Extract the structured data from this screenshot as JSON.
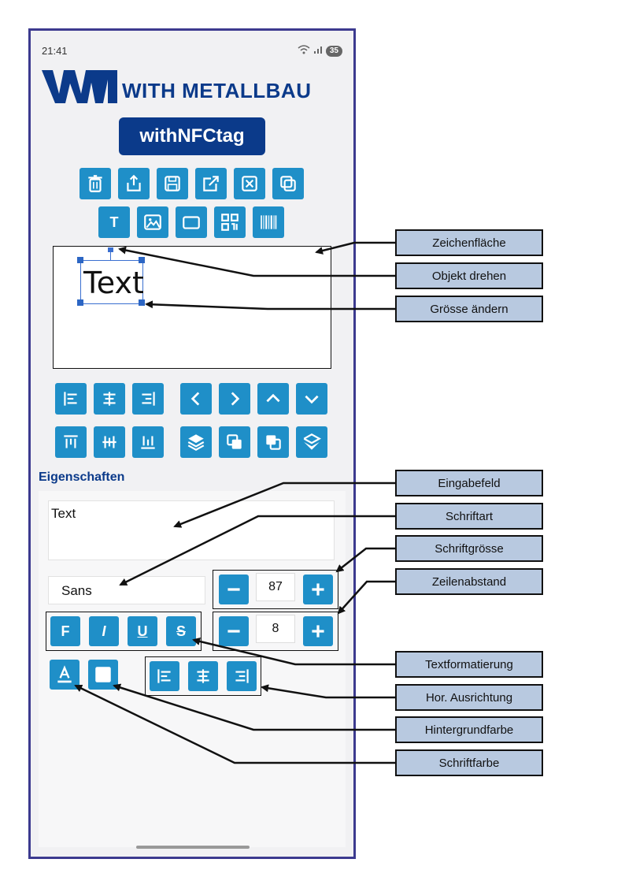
{
  "status": {
    "time": "21:41",
    "battery": "35"
  },
  "brand": {
    "company": "WITH METALLBAU",
    "app_title": "withNFCtag"
  },
  "toolbar_top": [
    {
      "icon": "trash-icon"
    },
    {
      "icon": "share-icon"
    },
    {
      "icon": "save-icon"
    },
    {
      "icon": "export-icon"
    },
    {
      "icon": "close-icon"
    },
    {
      "icon": "copy-icon"
    }
  ],
  "toolbar_insert": [
    {
      "icon": "text-icon",
      "glyph": "T"
    },
    {
      "icon": "image-icon"
    },
    {
      "icon": "rectangle-icon"
    },
    {
      "icon": "qr-code-icon"
    },
    {
      "icon": "barcode-icon"
    }
  ],
  "canvas": {
    "object_text": "Text"
  },
  "properties": {
    "title": "Eigenschaften",
    "text_value": "Text",
    "font_value": "Sans",
    "font_size": "87",
    "line_spacing": "8",
    "format_buttons": [
      "F",
      "I",
      "U",
      "S"
    ]
  },
  "callouts": {
    "zeichenflaeche": "Zeichenfläche",
    "objekt_drehen": "Objekt drehen",
    "groesse_aendern": "Grösse ändern",
    "eingabefeld": "Eingabefeld",
    "schriftart": "Schriftart",
    "schriftgroesse": "Schriftgrösse",
    "zeilenabstand": "Zeilenabstand",
    "textformatierung": "Textformatierung",
    "hor_ausrichtung": "Hor. Ausrichtung",
    "hintergrundfarbe": "Hintergrundfarbe",
    "schriftfarbe": "Schriftfarbe"
  },
  "colors": {
    "accent": "#1f8fc8",
    "brand": "#0b3a8a",
    "callout_bg": "#b8c9e0",
    "frame": "#3c3a8f"
  }
}
